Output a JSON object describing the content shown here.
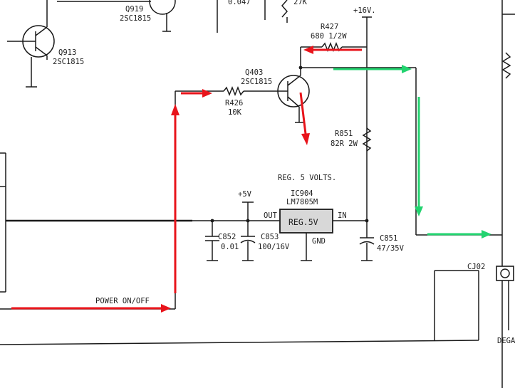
{
  "colors": {
    "ink": "#1a1a1a",
    "arrow_red": "#e8141b",
    "arrow_green": "#22d36f",
    "ic_fill": "#d8d8d8"
  },
  "labels": {
    "q919_ref": "Q919",
    "q919_part": "2SC1815",
    "q913_ref": "Q913",
    "q913_part": "2SC1815",
    "top_value_1": "0.047",
    "top_value_2": "27K",
    "plus16v": "+16V.",
    "r427_ref": "R427",
    "r427_value": "680 1/2W",
    "q403_ref": "Q403",
    "q403_part": "2SC1815",
    "r426_ref": "R426",
    "r426_value": "10K",
    "r851_ref": "R851",
    "r851_value": "82R 2W",
    "reg_title": "REG. 5 VOLTS.",
    "ic904_ref": "IC904",
    "ic904_part": "LM7805M",
    "plus5v": "+5V",
    "out_pin": "OUT",
    "in_pin": "IN",
    "gnd_pin": "GND",
    "reg_body": "REG.5V",
    "c852_ref": "C852",
    "c852_value": "0.01",
    "c853_ref": "C853",
    "c853_value": "100/16V",
    "c851_ref": "C851",
    "c851_value": "47/35V",
    "power_label": "POWER ON/OFF",
    "cj02": "CJ02",
    "dega": "DEGA"
  }
}
